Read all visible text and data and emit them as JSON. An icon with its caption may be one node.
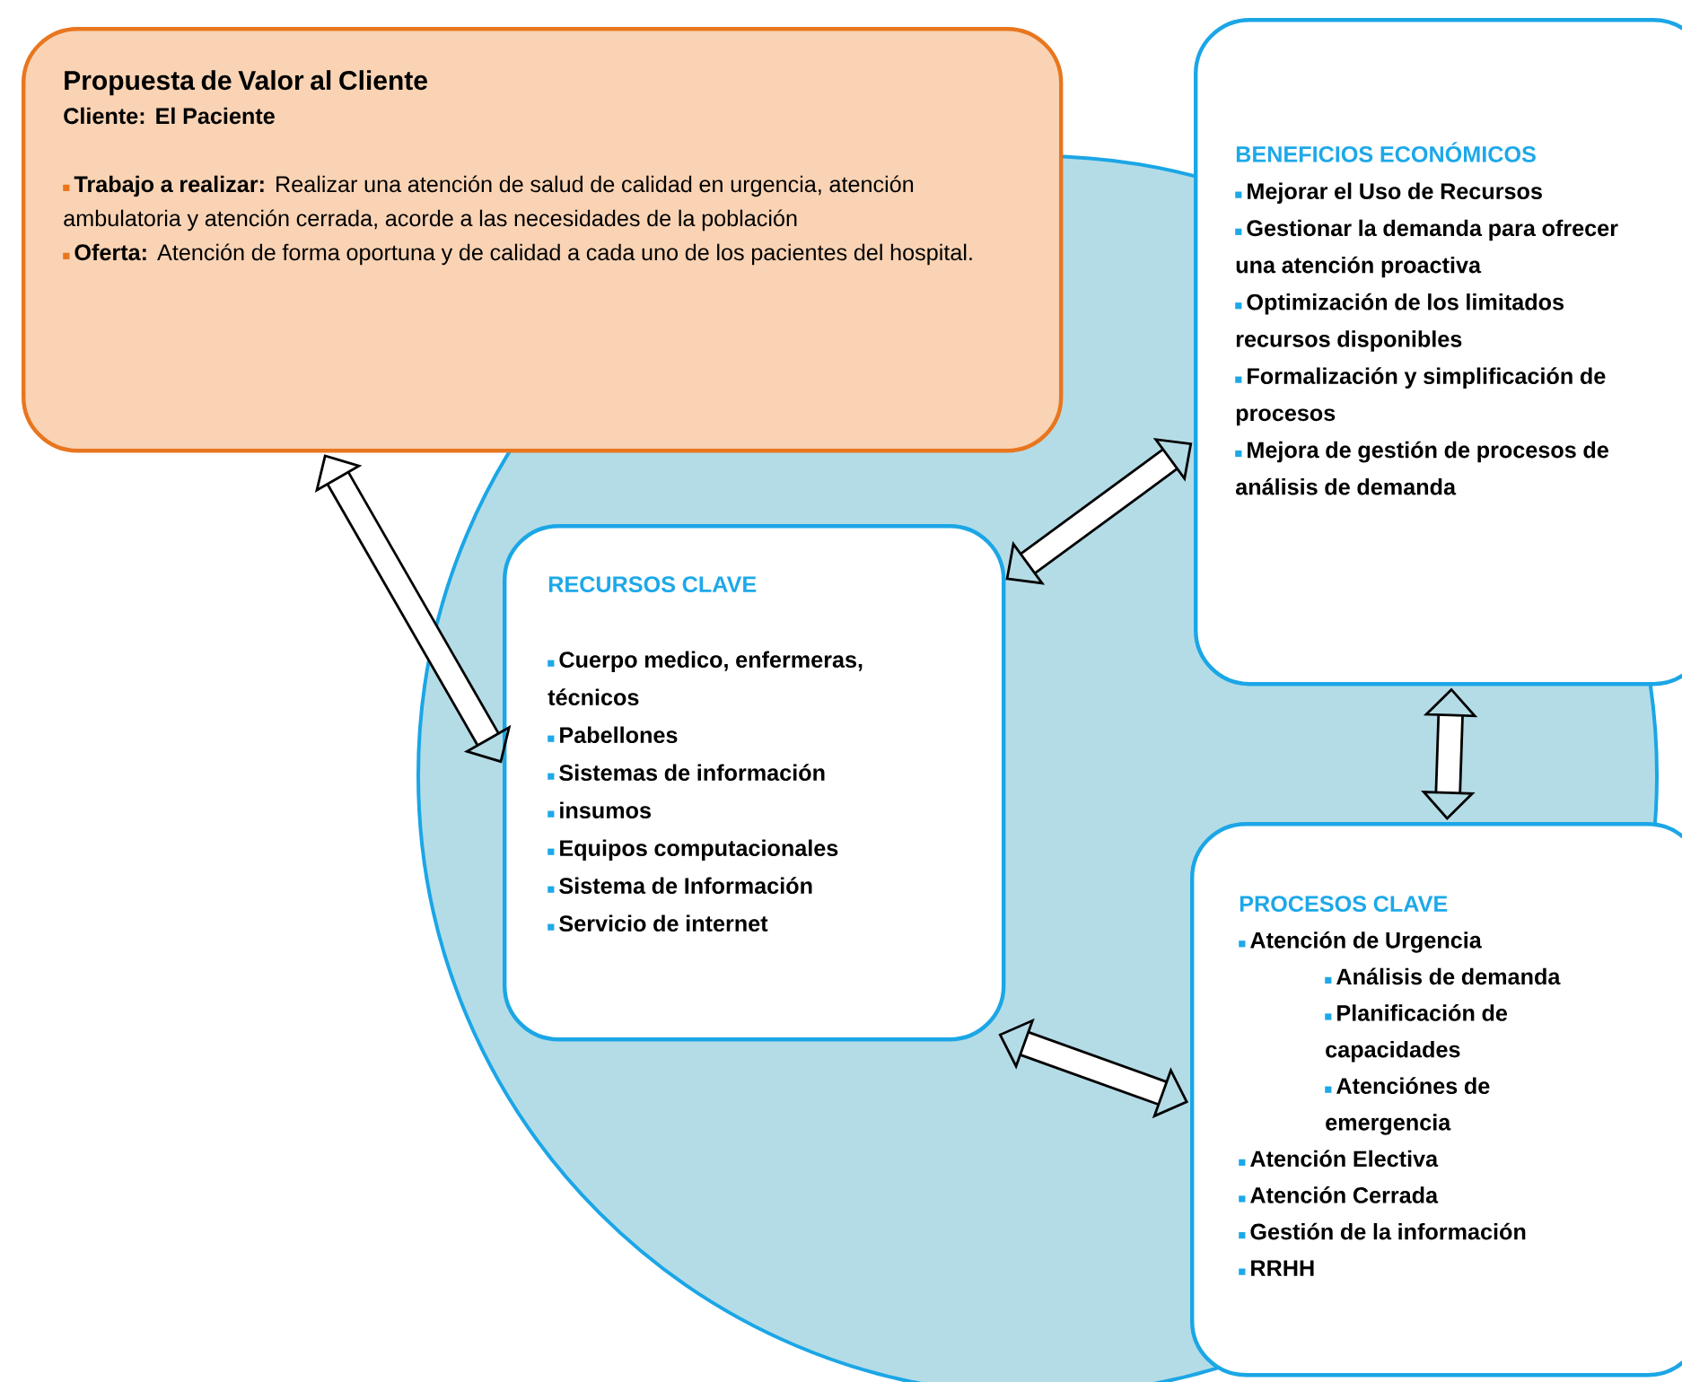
{
  "diagram": {
    "nodes": [
      {
        "text": [
          "Propuesta de Valor al Cliente",
          "Cliente: El Paciente",
          "**Trabajo a realizar:** Realizar una atención de salud de calidad en urgencia, atención ambulatoria y atención cerrada, acorde a las necesidades de la población",
          "**Oferta:** Atención de forma oportuna y de calidad a cada uno de los pacientes del hospital."
        ]
      },
      {
        "text": [
          "BENEFICIOS ECONÓMICOS",
          "Mejorar el Uso de Recursos",
          "Gestionar la demanda para ofrecer una atención proactiva",
          "Optimización de los limitados recursos disponibles",
          "Formalización y simplificación de procesos",
          "Mejora de gestión de procesos de análisis de demanda"
        ]
      },
      {
        "text": [
          "RECURSOS CLAVE",
          "Cuerpo medico, enfermeras, técnicos",
          "Pabellones",
          "Sistemas de información",
          "insumos",
          "Equipos computacionales",
          "Sistema de Información",
          "Servicio de internet"
        ]
      },
      {
        "text": [
          "PROCESOS CLAVE",
          "Atención de Urgencia",
          "Análisis de demanda",
          "Planificación de capacidades",
          "Atenciónes de emergencia",
          "Atención Electiva",
          "Atención Cerrada",
          "Gestión de la información",
          "RRHH"
        ]
      }
    ],
    "edges": [
      {
        "from": 0,
        "to": 2,
        "arrow": "both"
      },
      {
        "from": 2,
        "to": 1,
        "arrow": "both"
      },
      {
        "from": 1,
        "to": 3,
        "arrow": "both"
      },
      {
        "from": 2,
        "to": 3,
        "arrow": "both"
      }
    ]
  }
}
